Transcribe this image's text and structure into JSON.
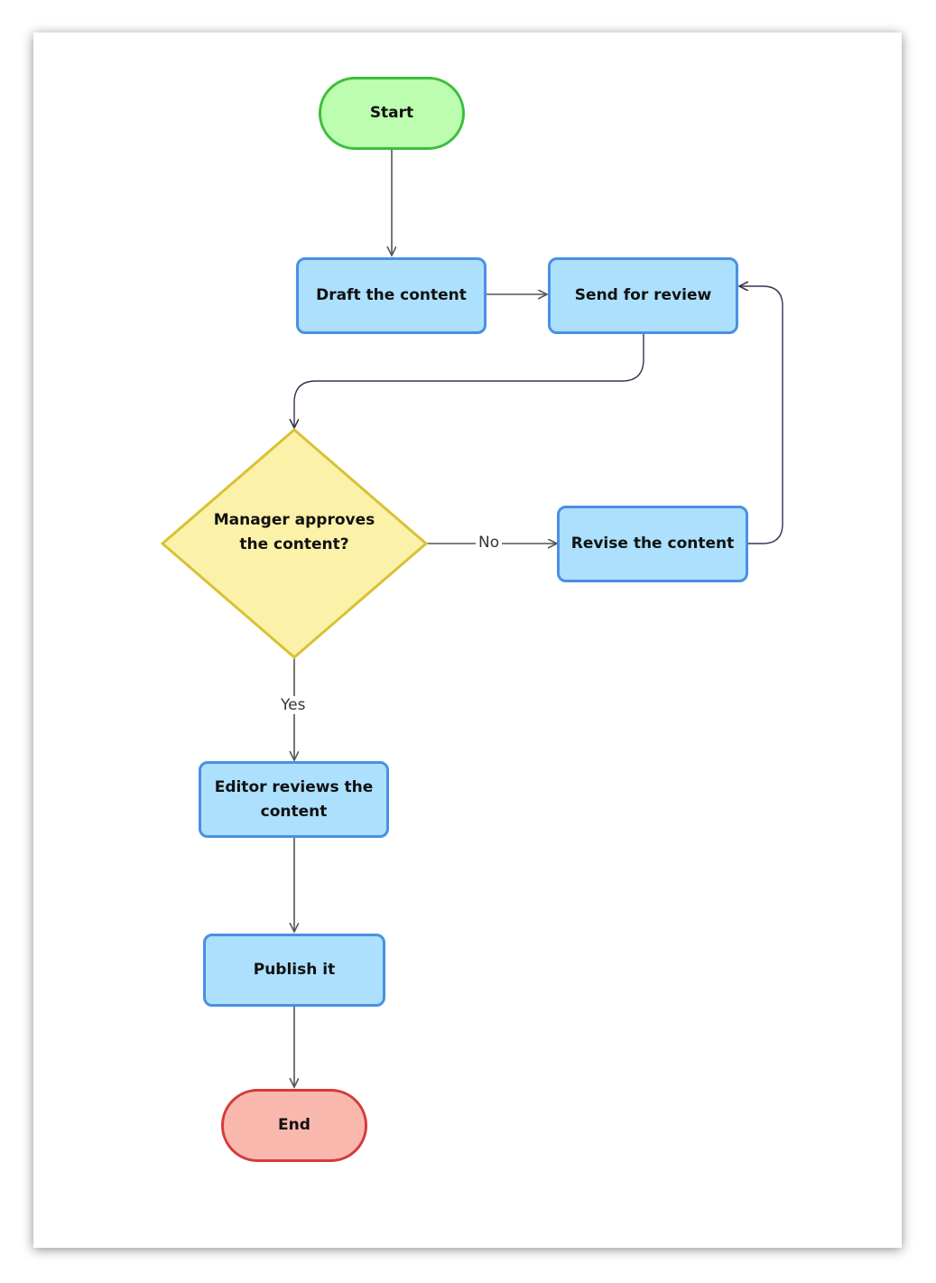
{
  "diagram": {
    "nodes": {
      "start": "Start",
      "draft": "Draft the content",
      "send_review": "Send for review",
      "decision": "Manager approves the content?",
      "revise": "Revise the content",
      "editor": "Editor reviews the content",
      "publish": "Publish it",
      "end": "End"
    },
    "edges": {
      "no_label": "No",
      "yes_label": "Yes"
    },
    "colors": {
      "start_fill": "#bcfdaf",
      "start_border": "#3cbf3c",
      "process_fill": "#ace0fd",
      "process_border": "#4a90e2",
      "decision_fill": "#fbf1a9",
      "decision_border": "#d9c232",
      "end_fill": "#f9b8ae",
      "end_border": "#d63a3a",
      "arrow": "#555555"
    }
  }
}
